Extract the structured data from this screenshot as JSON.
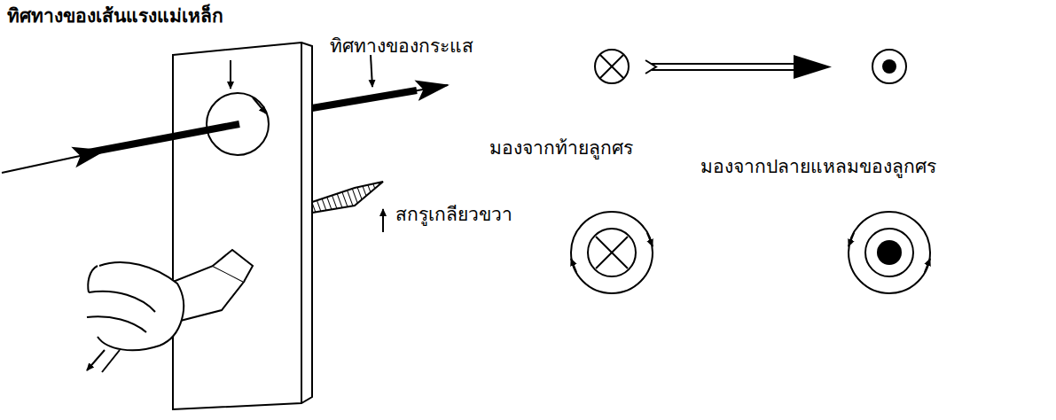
{
  "diagram": {
    "labels": [
      "ทิศทางของเส้นแรงแม่เหล็ก",
      "ทิศทางของกระแส",
      "มองจากท้ายลูกศร",
      "มองจากปลายแหลมของลูกศร",
      "สกรูเกลียวขวา"
    ]
  }
}
